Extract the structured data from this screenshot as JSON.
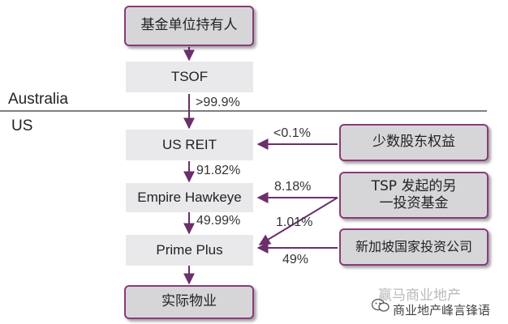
{
  "regions": {
    "top": "Australia",
    "bottom": "US"
  },
  "boxes": {
    "unit_holders": "基金单位持有人",
    "tsof": "TSOF",
    "us_reit": "US REIT",
    "empire_hawkeye": "Empire Hawkeye",
    "prime_plus": "Prime Plus",
    "actual_property": "实际物业",
    "minority_interest": "少数股东权益",
    "tsp_fund_line1": "TSP 发起的另",
    "tsp_fund_line2": "一投资基金",
    "singapore_gic": "新加坡国家投资公司"
  },
  "percentages": {
    "tsof_to_us_reit": ">99.9%",
    "minority_to_us_reit": "<0.1%",
    "us_reit_to_empire": "91.82%",
    "tsp_to_empire": "8.18%",
    "empire_to_prime": "49.99%",
    "tsp_to_prime": "1.01%",
    "gic_to_prime": "49%"
  },
  "watermark": {
    "faint": "赢马商业地产",
    "caption": "商业地产峰言锋语"
  },
  "colors": {
    "arrow": "#6b2f6b",
    "border": "#8a3a7a"
  }
}
